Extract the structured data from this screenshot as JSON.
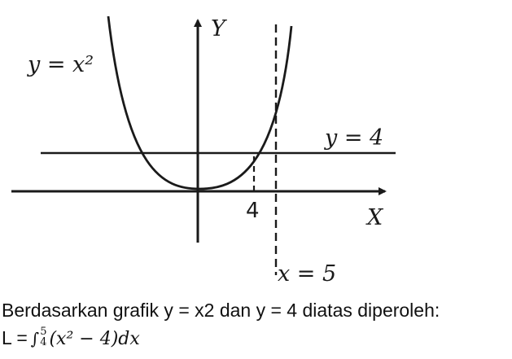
{
  "figure": {
    "y_axis_label": "Y",
    "x_axis_label": "X",
    "curve_label": "y = x²",
    "line_label": "y = 4",
    "x_tick_label": "4",
    "vertical_line_label": "x = 5",
    "colors": {
      "ink": "#1a1a1a",
      "background": "#ffffff"
    }
  },
  "text": {
    "caption": "Berdasarkan grafik y = x2 dan y = 4 diatas diperoleh:",
    "formula_prefix": "L =",
    "integral_symbol": "∫",
    "integral_upper": "5",
    "integral_lower": "4",
    "integrand": "(x² − 4)dx"
  }
}
